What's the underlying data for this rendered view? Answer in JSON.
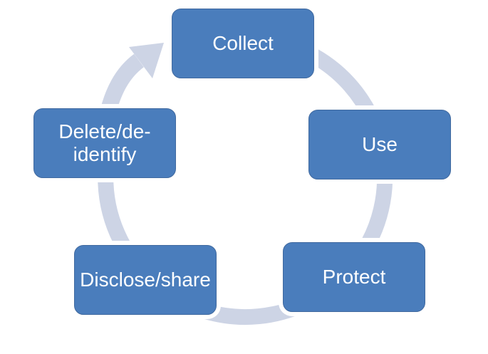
{
  "diagram": {
    "type": "cycle",
    "direction": "clockwise",
    "steps": [
      {
        "id": "collect",
        "lines": {
          "0": "Collect"
        }
      },
      {
        "id": "use",
        "lines": {
          "0": "Use"
        }
      },
      {
        "id": "protect",
        "lines": {
          "0": "Protect"
        }
      },
      {
        "id": "disclose-share",
        "lines": {
          "0": "Disclose/share"
        }
      },
      {
        "id": "delete-deidentify",
        "lines": {
          "0": "Delete/de-",
          "1": "identify"
        }
      }
    ],
    "colors": {
      "node_fill": "#4a7dbc",
      "node_border": "#40699f",
      "node_text": "#ffffff",
      "ring": "#cdd4e5",
      "background": "#ffffff"
    }
  }
}
